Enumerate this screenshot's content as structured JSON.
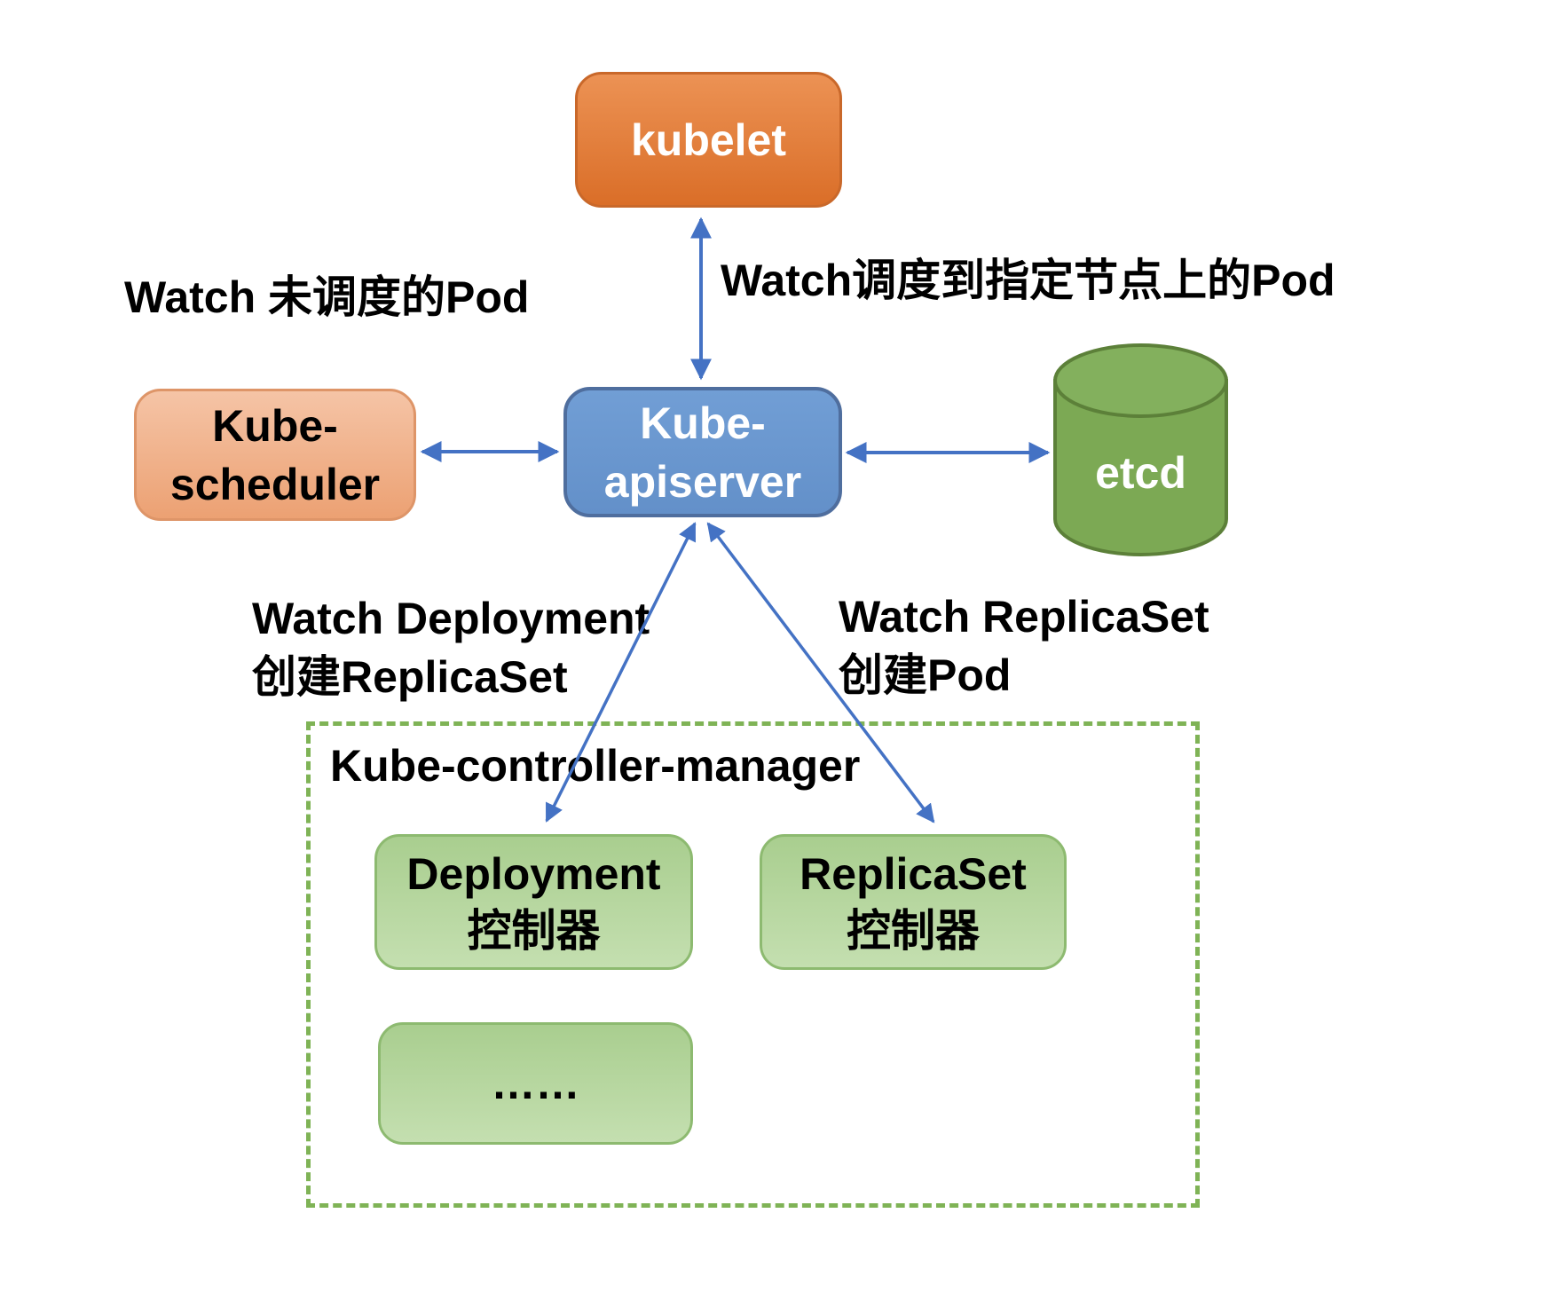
{
  "diagram": {
    "title": "Kubernetes watch architecture diagram",
    "nodes": {
      "kubelet": {
        "label": "kubelet"
      },
      "kube_scheduler": {
        "line1": "Kube-",
        "line2": "scheduler"
      },
      "kube_apiserver": {
        "line1": "Kube-",
        "line2": "apiserver"
      },
      "etcd": {
        "label": "etcd"
      },
      "controller_manager_group": {
        "label": "Kube-controller-manager"
      },
      "deployment_controller": {
        "line1": "Deployment",
        "line2": "控制器"
      },
      "replicaset_controller": {
        "line1": "ReplicaSet",
        "line2": "控制器"
      },
      "more_controllers": {
        "label": "……"
      }
    },
    "annotations": {
      "watch_unscheduled_pod": "Watch 未调度的Pod",
      "watch_node_pod": "Watch调度到指定节点上的Pod",
      "watch_deployment_line1": "Watch Deployment",
      "watch_deployment_line2": "创建ReplicaSet",
      "watch_replicaset_line1": "Watch ReplicaSet",
      "watch_replicaset_line2": "创建Pod"
    },
    "edges": [
      {
        "from": "kubelet",
        "to": "kube_apiserver",
        "style": "double-arrow"
      },
      {
        "from": "kube_scheduler",
        "to": "kube_apiserver",
        "style": "double-arrow"
      },
      {
        "from": "kube_apiserver",
        "to": "etcd",
        "style": "double-arrow"
      },
      {
        "from": "kube_apiserver",
        "to": "deployment_controller",
        "style": "double-arrow"
      },
      {
        "from": "kube_apiserver",
        "to": "replicaset_controller",
        "style": "double-arrow"
      }
    ],
    "colors": {
      "arrow_blue": "#4472C4",
      "kubelet_fill_top": "#EC9254",
      "kubelet_fill_bottom": "#DA6E28",
      "kubelet_border": "#C9682A",
      "scheduler_fill_top": "#F5C4A6",
      "scheduler_fill_bottom": "#ECA173",
      "scheduler_border": "#DE9568",
      "apiserver_fill_top": "#719ED5",
      "apiserver_fill_bottom": "#6390C9",
      "apiserver_border": "#4F6E9E",
      "etcd_body_fill": "#7CA954",
      "etcd_top_fill": "#83B05D",
      "etcd_border": "#5C8039",
      "controller_fill_top": "#A9CE8F",
      "controller_fill_bottom": "#C4DFB0",
      "controller_border": "#8DBA70",
      "group_dashed_border": "#7FB356",
      "text_dark": "#000000",
      "text_light": "#FFFFFF",
      "background": "#FFFFFF"
    }
  }
}
